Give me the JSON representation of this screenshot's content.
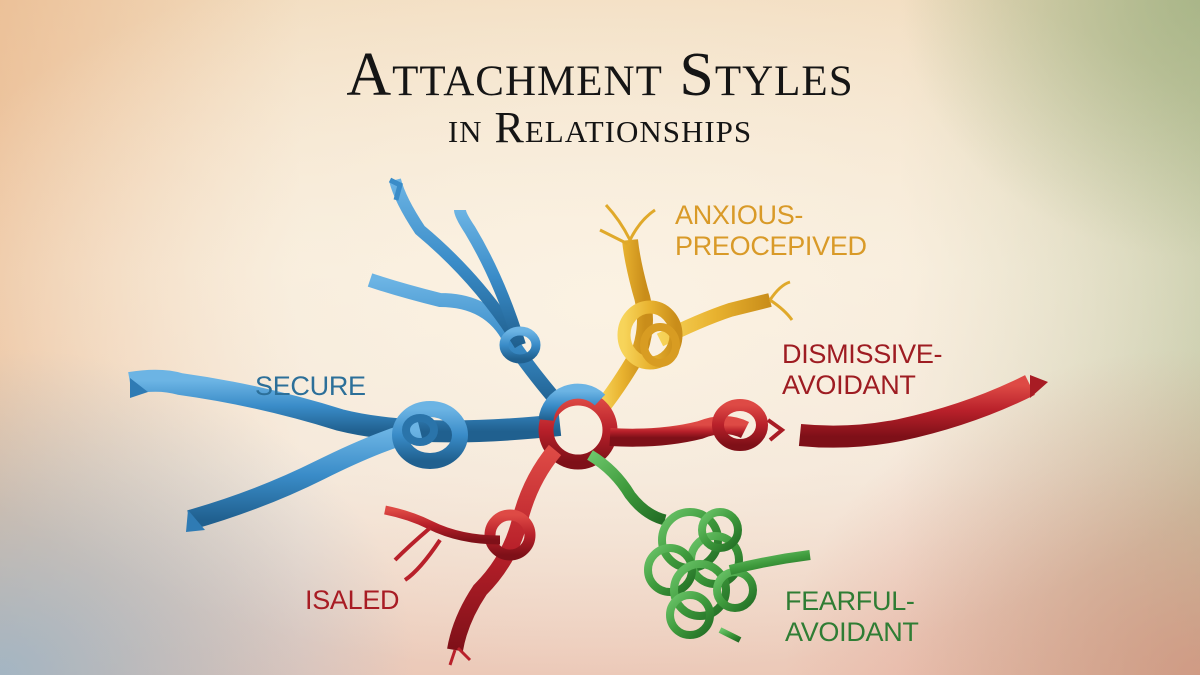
{
  "title": {
    "line1": "Attachment Styles",
    "line2": "in Relationships"
  },
  "colors": {
    "secure": "#3a8cc8",
    "anxious": "#e8b22f",
    "dismissive": "#b8202a",
    "isolated": "#b8202a",
    "fearful": "#3e9a3c",
    "title": "#151515"
  },
  "labels": {
    "secure": {
      "line1": "SECURE",
      "color": "#2c6f99"
    },
    "anxious": {
      "line1": "ANXIOUS-",
      "line2": "PREOCEPIVED",
      "color": "#d99a28"
    },
    "dismissive": {
      "line1": "DISMISSIVE-",
      "line2": "AVOIDANT",
      "color": "#9e1c22"
    },
    "isolated": {
      "line1": "ISALED",
      "color": "#a81c24"
    },
    "fearful": {
      "line1": "FEARFUL-",
      "line2": "AVOIDANT",
      "color": "#2f7d34"
    }
  },
  "icons": {
    "central_ring": "ring-knot",
    "secure_ribbon": "blue-ribbon-knot",
    "anxious_ribbon": "yellow-frayed-knot",
    "dismissive_ribbon": "red-broken-ribbon",
    "isolated_ribbon": "red-frayed-branch",
    "fearful_ribbon": "green-tangle"
  }
}
